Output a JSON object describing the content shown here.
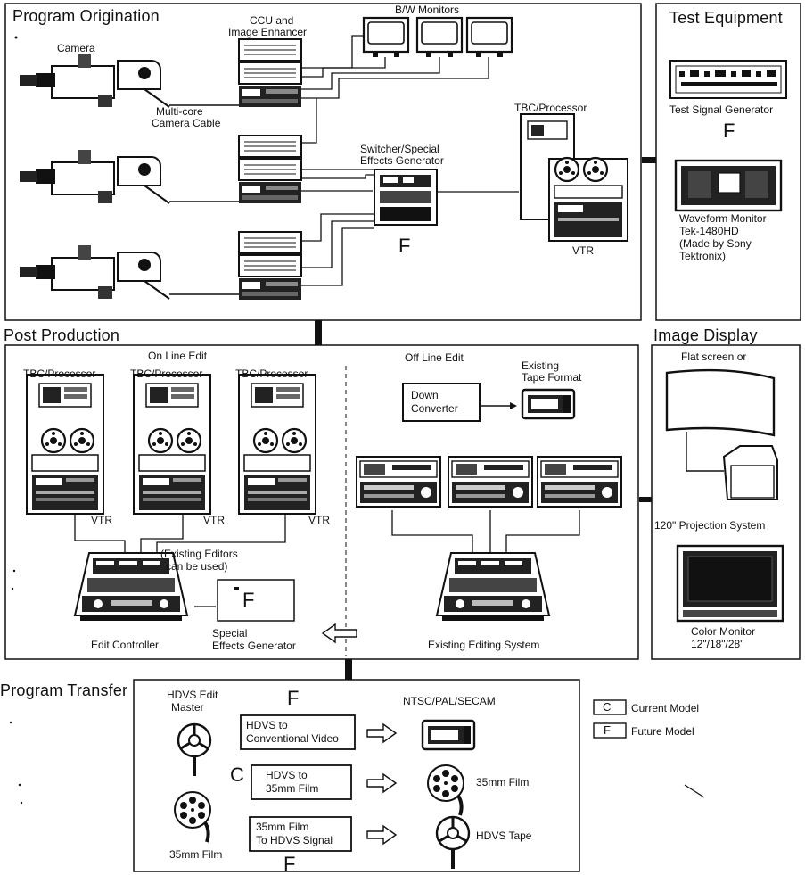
{
  "sections": {
    "program_origination": "Program Origination",
    "test_equipment": "Test Equipment",
    "post_production": "Post Production",
    "image_display": "Image Display",
    "program_transfer": "Program Transfer"
  },
  "origination": {
    "camera": "Camera",
    "ccu_line1": "CCU and",
    "ccu_line2": "Image Enhancer",
    "bw_monitors": "B/W Monitors",
    "cable_line1": "Multi-core",
    "cable_line2": "Camera Cable",
    "switcher_line1": "Switcher/Special",
    "switcher_line2": "Effects Generator",
    "tbc": "TBC/Processor",
    "vtr": "VTR",
    "future_tag": "F"
  },
  "test_equipment": {
    "signal_gen": "Test Signal Generator",
    "future_tag": "F",
    "waveform_line1": "Waveform Monitor",
    "waveform_line2": "Tek-1480HD",
    "waveform_line3": "(Made by Sony",
    "waveform_line4": "Tektronix)"
  },
  "post": {
    "online_edit": "On Line Edit",
    "offline_edit": "Off Line Edit",
    "tbc": "TBC/Processor",
    "vtr": "VTR",
    "down_converter_line1": "Down",
    "down_converter_line2": "Converter",
    "existing_tape_line1": "Existing",
    "existing_tape_line2": "Tape Format",
    "existing_editors_line1": "(Existing Editors",
    "existing_editors_line2": "can be used)",
    "edit_controller": "Edit Controller",
    "sfx_line1": "Special",
    "sfx_line2": "Effects Generator",
    "sfx_tag": "F",
    "existing_editing": "Existing Editing System"
  },
  "display": {
    "flat_screen": "Flat screen or",
    "projection": "120\"  Projection System",
    "color_monitor_line1": "Color Monitor",
    "color_monitor_line2": "12\"/18\"/28\""
  },
  "transfer": {
    "hdvs_master_line1": "HDVS Edit",
    "hdvs_master_line2": "Master",
    "box1_line1": "HDVS to",
    "box1_line2": "Conventional Video",
    "box2_line1": "HDVS to",
    "box2_line2": "35mm Film",
    "box3_line1": "35mm Film",
    "box3_line2": "To HDVS Signal",
    "ntsc": "NTSC/PAL/SECAM",
    "film_out": "35mm Film",
    "hdvs_tape": "HDVS Tape",
    "film_in": "35mm Film",
    "tag_future_top": "F",
    "tag_current": "C",
    "tag_future_bottom": "F"
  },
  "legend": {
    "current_tag": "C",
    "current_label": "Current Model",
    "future_tag": "F",
    "future_label": "Future Model"
  }
}
